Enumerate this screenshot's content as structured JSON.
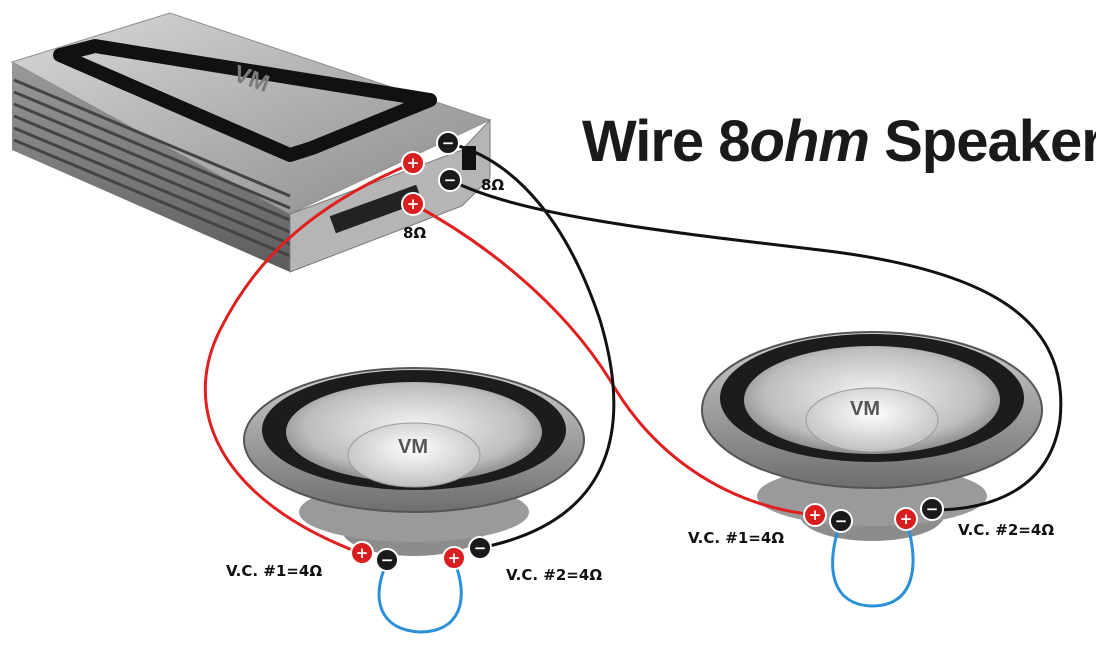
{
  "title": {
    "prefix": "Wire 8",
    "emphasis": "ohm",
    "suffix": " Speaker"
  },
  "amplifier": {
    "logo": "VM",
    "channel_impedance_right": "8Ω",
    "channel_impedance_left": "8Ω"
  },
  "speakers": [
    {
      "logo": "VM",
      "vc1_label": "V.C. #1=4Ω",
      "vc2_label": "V.C. #2=4Ω"
    },
    {
      "logo": "VM",
      "vc1_label": "V.C. #1=4Ω",
      "vc2_label": "V.C. #2=4Ω"
    }
  ],
  "colors": {
    "positive_wire": "#e02020",
    "negative_wire": "#111111",
    "jumper_wire": "#2a90d8",
    "positive_terminal": "#d81e1e",
    "negative_terminal": "#1a1a1a"
  }
}
